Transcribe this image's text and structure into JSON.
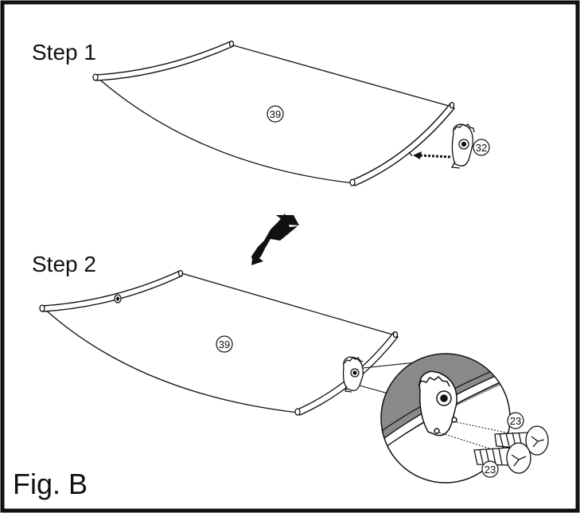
{
  "steps": [
    {
      "label": "Step 1"
    },
    {
      "label": "Step 2"
    }
  ],
  "parts": {
    "canopy": "39",
    "bracket": "32",
    "screw": "23"
  },
  "figure_label": "Fig. B",
  "colors": {
    "line": "#111111",
    "detail_fill": "#8a8a8a",
    "background": "#ffffff"
  }
}
